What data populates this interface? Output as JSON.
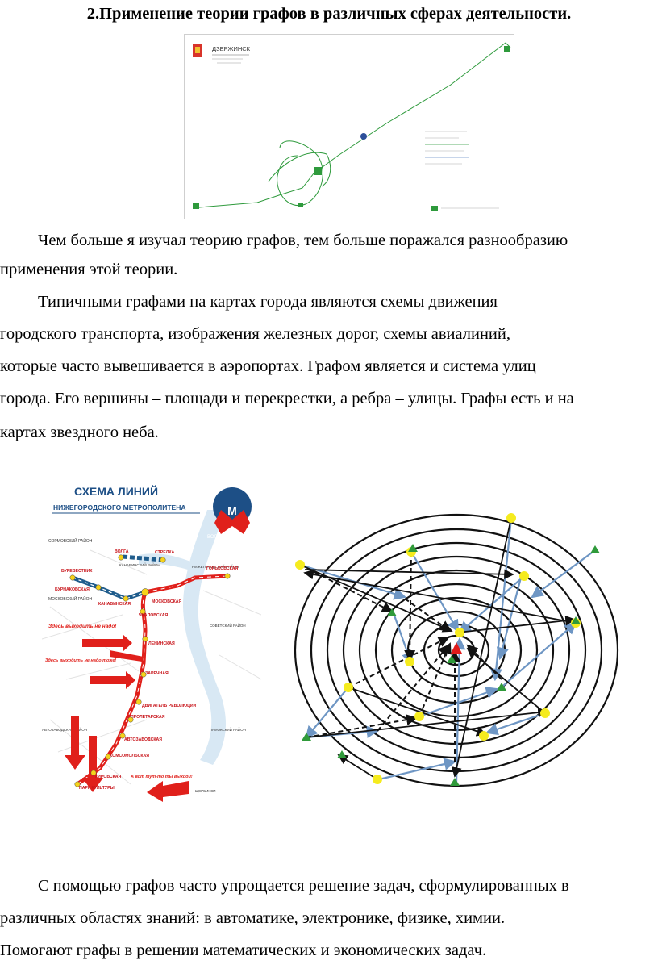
{
  "heading": "2.Применение теории графов в различных сферах деятельности.",
  "para1_line1": "Чем больше я изучал теорию графов, тем больше поражался разнообразию",
  "para1_line2": "применения этой теории.",
  "para2_line1": "Типичными графами на картах города являются схемы движения",
  "para2_line2": "городского транспорта, изображения железных дорог, схемы авиалиний,",
  "para2_line3": "которые часто вывешивается в аэропортах. Графом является и система улиц",
  "para2_line4": "города. Его вершины – площади и перекрестки, а ребра – улицы. Графы есть и на",
  "para2_line5": "картах звездного неба.",
  "para3_line1": "С помощью графов часто упрощается решение задач, сформулированных в",
  "para3_line2": "различных областях знаний: в автоматике, электронике, физике, химии.",
  "para3_line3": "Помогают графы в решении математических и экономических задач.",
  "figure1": {
    "city": "ДЗЕРЖИНСК",
    "colors": {
      "route": "#2e9a3c",
      "stop": "#2e9a3c"
    }
  },
  "figure2": {
    "title_line1": "СХЕМА ЛИНИЙ",
    "title_line2": "НИЖЕГОРОДСКОГО МЕТРОПОЛИТЕНА",
    "logo_letter": "М",
    "stations": [
      "ВОЛГА",
      "СТРЕЛКА",
      "БУРЕВЕСТНИК",
      "БУРНАКОВСКАЯ",
      "КАНАВИНСКАЯ",
      "МОСКОВСКАЯ",
      "ГОРЬКОВСКАЯ",
      "ЧКАЛОВСКАЯ",
      "ЛЕНИНСКАЯ",
      "ЗАРЕЧНАЯ",
      "ДВИГАТЕЛЬ РЕВОЛЮЦИИ",
      "ПРОЛЕТАРСКАЯ",
      "АВТОЗАВОДСКАЯ",
      "КОМСОМОЛЬСКАЯ",
      "КИРОВСКАЯ",
      "ПАРК КУЛЬТУРЫ"
    ],
    "districts": [
      "СОРМОВСКИЙ РАЙОН",
      "МОСКОВСКИЙ РАЙОН",
      "КАНАВИНСКИЙ РАЙОН",
      "НИЖЕГОРОДСКИЙ РАЙОН",
      "СОВЕТСКИЙ РАЙОН",
      "АВТОЗАВОДСКИЙ РАЙОН",
      "ПРИОКСКИЙ РАЙОН",
      "ЩЕРБИНКИ"
    ],
    "rivers": [
      "ВОЛГА",
      "ОКА"
    ],
    "notes": [
      "Здесь выходить не надо!",
      "Здесь выходить не надо тоже!",
      "А вот тут-то ты выходи!"
    ],
    "colors": {
      "red_line": "#e0201b",
      "blue_line": "#1f5c8c",
      "station": "#f6d21a",
      "title": "#1d4f86"
    }
  },
  "figure3": {
    "colors": {
      "arrow_blue": "#6e96c4",
      "node_yellow": "#f5eb1e",
      "node_green": "#2f9a3a",
      "center_red": "#e01b1b"
    }
  }
}
